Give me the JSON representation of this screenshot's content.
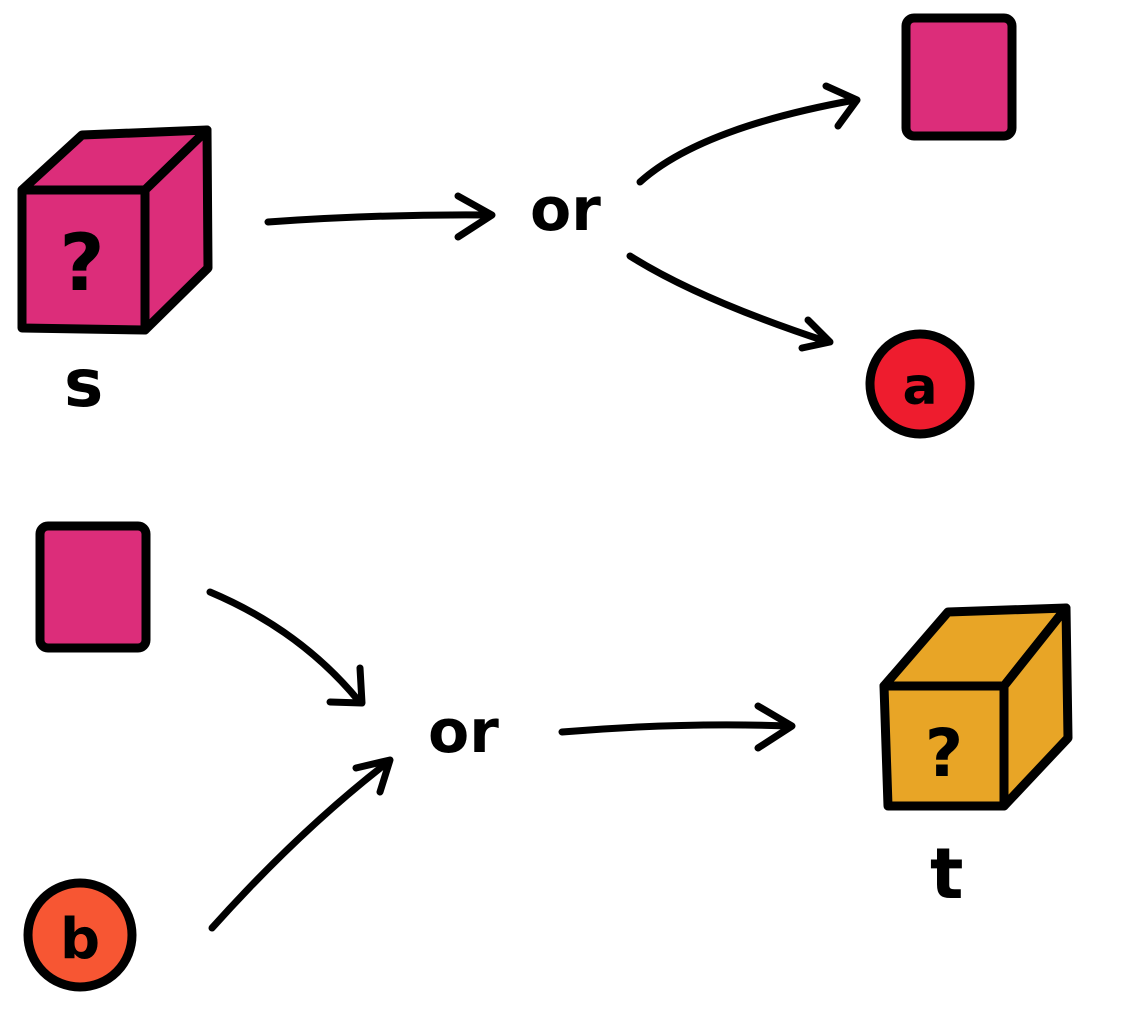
{
  "colors": {
    "magenta": "#dc2d7a",
    "red": "#ee1c2e",
    "orange_red": "#f75633",
    "gold": "#e8a526",
    "ink": "#000000"
  },
  "top_row": {
    "source_box": {
      "symbol": "?",
      "label": "s"
    },
    "connector": "or",
    "outputs": {
      "block": {
        "icon": "magenta-block-icon"
      },
      "token": {
        "letter": "a"
      }
    }
  },
  "bottom_row": {
    "inputs": {
      "block": {
        "icon": "magenta-block-icon"
      },
      "token": {
        "letter": "b"
      }
    },
    "connector": "or",
    "target_box": {
      "symbol": "?",
      "label": "t"
    }
  }
}
